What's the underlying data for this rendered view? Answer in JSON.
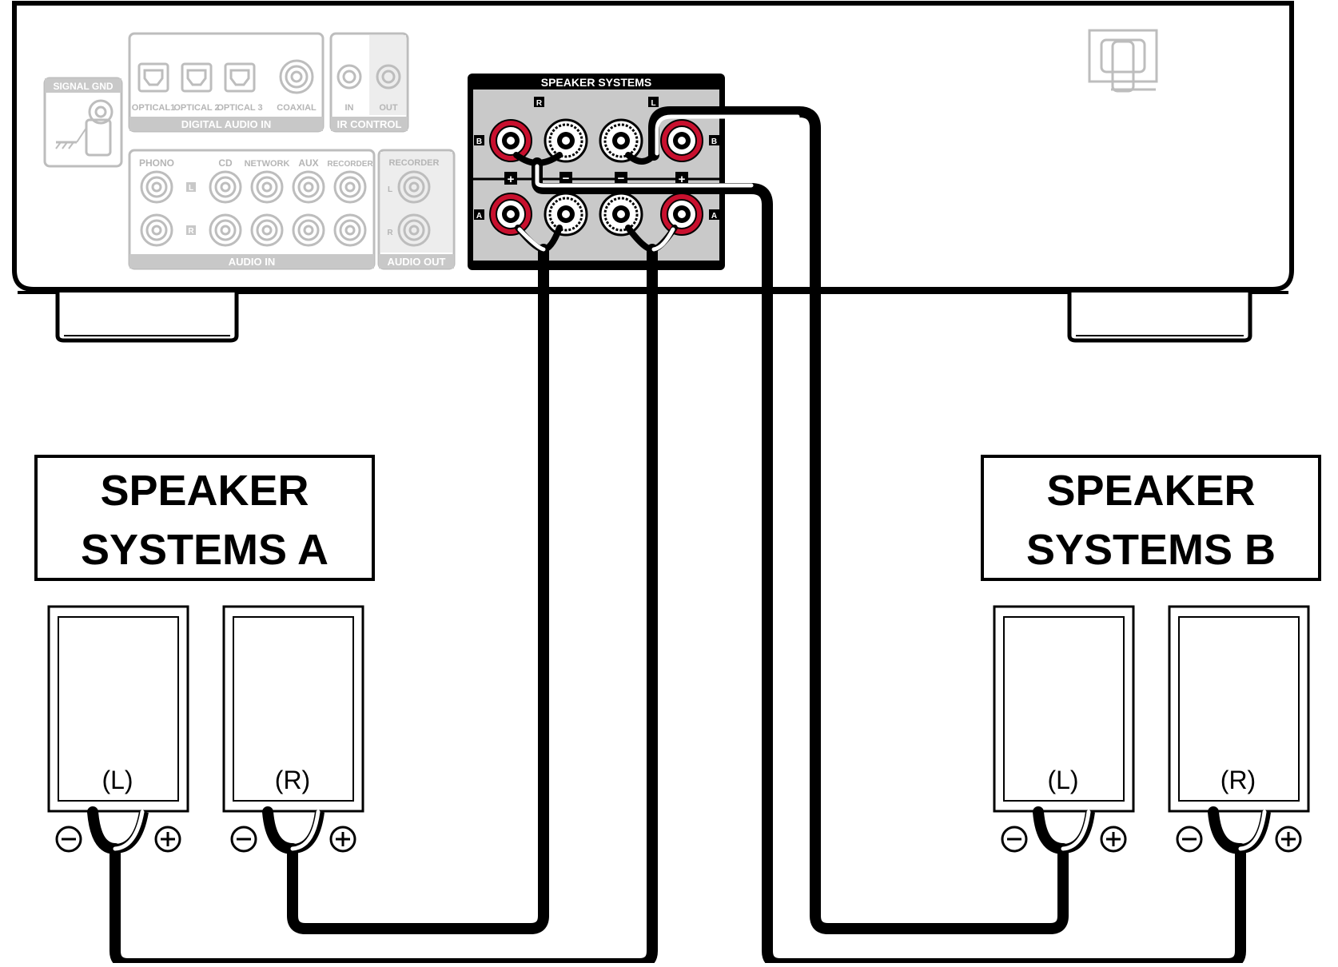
{
  "receiver": {
    "signal_gnd": "SIGNAL GND",
    "optical_1": "OPTICAL1",
    "optical_2": "OPTICAL 2",
    "optical_3": "OPTICAL 3",
    "coaxial": "COAXIAL",
    "digital_audio_in": "DIGITAL AUDIO IN",
    "ir_in": "IN",
    "ir_out": "OUT",
    "ir_control": "IR CONTROL",
    "phono": "PHONO",
    "cd": "CD",
    "network": "NETWORK",
    "aux": "AUX",
    "recorder_in": "RECORDER",
    "recorder_out": "RECORDER",
    "audio_in": "AUDIO IN",
    "audio_out": "AUDIO OUT",
    "ch_l": "L",
    "ch_r": "R"
  },
  "terminal_panel": {
    "title": "SPEAKER SYSTEMS",
    "right_label": "R",
    "left_label": "L",
    "row_b": "B",
    "row_a": "A",
    "plus": "+",
    "minus": "−"
  },
  "group_a": {
    "line1": "SPEAKER",
    "line2": "SYSTEMS A"
  },
  "group_b": {
    "line1": "SPEAKER",
    "line2": "SYSTEMS B"
  },
  "speakers": {
    "a_left": "(L)",
    "a_right": "(R)",
    "b_left": "(L)",
    "b_right": "(R)"
  },
  "colors": {
    "terminal_red": "#c8102e",
    "panel_gray": "#c9c9c9",
    "faint_gray": "#bdbdbd"
  }
}
